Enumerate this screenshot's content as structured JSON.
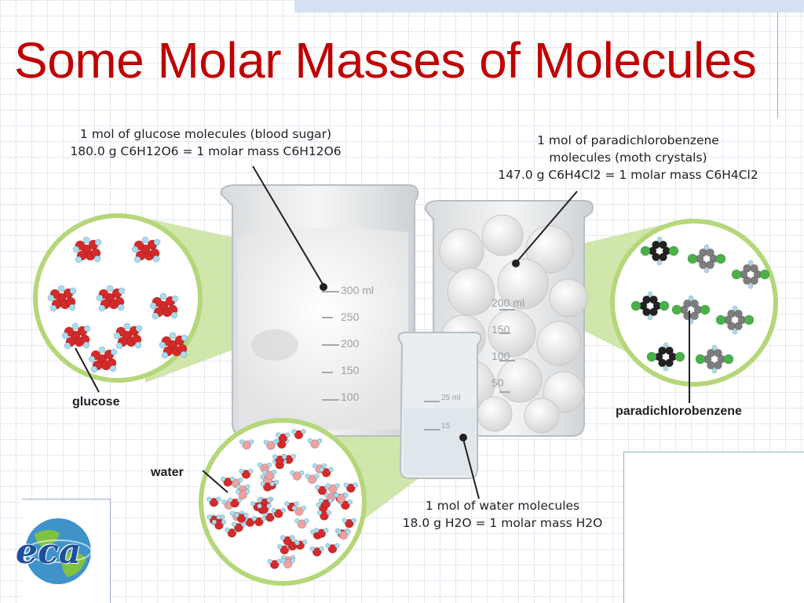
{
  "slide": {
    "title": "Some Molar Masses of Molecules"
  },
  "captions": {
    "glucose": {
      "line1": "1 mol of glucose molecules (blood sugar)",
      "line2": "180.0 g C6H12O6 = 1 molar mass C6H12O6"
    },
    "paradichlorobenzene": {
      "line1": "1 mol of paradichlorobenzene",
      "line2": "molecules (moth crystals)",
      "line3": "147.0 g C6H4Cl2 = 1 molar mass C6H4Cl2"
    },
    "water": {
      "line1": "1 mol of water molecules",
      "line2": "18.0 g H2O = 1 molar mass H2O"
    }
  },
  "labels": {
    "glucose": "glucose",
    "water": "water",
    "paradichlorobenzene": "paradichlorobenzene"
  },
  "beaker_marks": {
    "large": [
      "300 ml",
      "250",
      "200",
      "150",
      "100"
    ],
    "medium": [
      "200 ml",
      "150",
      "100",
      "50"
    ],
    "small": [
      "25 ml",
      "15"
    ]
  },
  "logo": {
    "text": "eca",
    "icon": "globe-icon"
  },
  "colors": {
    "title": "#c00000",
    "oxygen": "#d42a2a",
    "hydrogen": "#a8dcef",
    "carbon": "#3a3a3a",
    "chlorine": "#48b248",
    "cone": "#c9e29c"
  }
}
